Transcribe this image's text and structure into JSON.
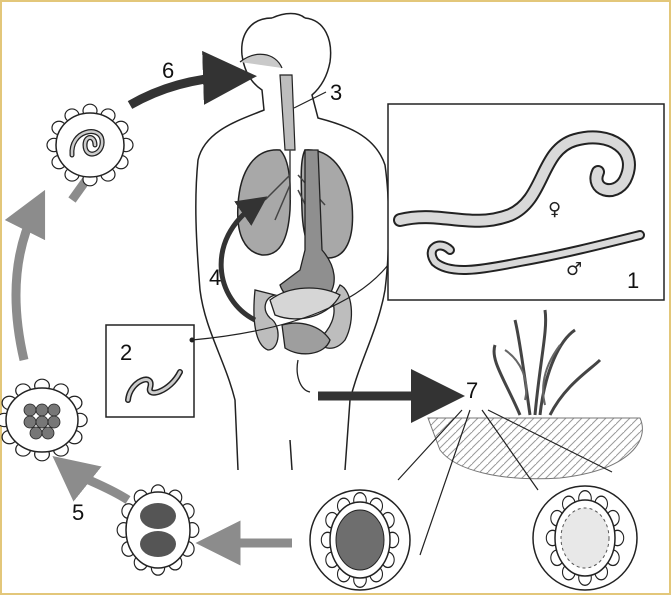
{
  "stages": [
    {
      "number": "1",
      "name": "adult-worms-box"
    },
    {
      "number": "2",
      "name": "larva-box"
    },
    {
      "number": "3",
      "name": "trachea"
    },
    {
      "number": "4",
      "name": "lung-migration"
    },
    {
      "number": "5",
      "name": "embryonated-egg"
    },
    {
      "number": "6",
      "name": "ingestion"
    },
    {
      "number": "7",
      "name": "soil-eggs"
    }
  ],
  "sex_symbols": {
    "female": "♀",
    "male": "♂"
  },
  "colors": {
    "dark_arrow": "#333333",
    "gray_arrow": "#8c8c8c",
    "lung": "#a8a8a8",
    "organ": "#bdbdbd",
    "outline": "#222222",
    "frame_border": "#e3c77a"
  }
}
